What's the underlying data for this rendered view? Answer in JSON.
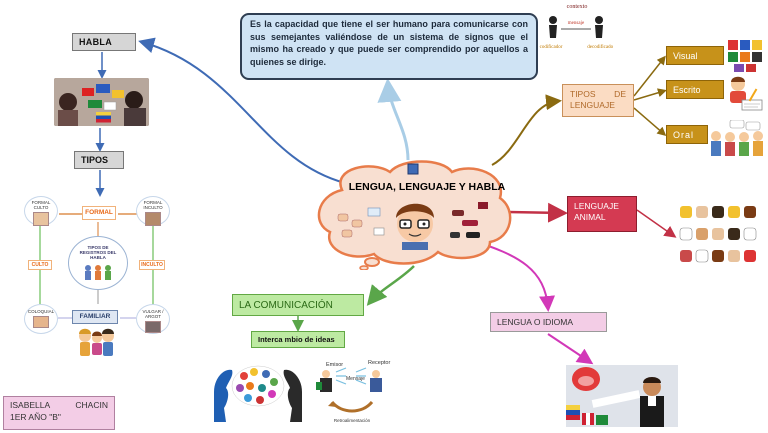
{
  "definition": "Es la capacidad que tiene el ser humano para comunicarse con sus semejantes valiéndose de un sistema de signos que el mismo ha creado y que puede ser comprendido por aquellos a quienes se dirige.",
  "central": "LENGUA, LENGUAJE Y HABLA",
  "habla": "HABLA",
  "tipos": "TIPOS",
  "tipos_lenguaje": "TIPOS DE LENGUAJE",
  "lenguaje_types": [
    "Visual",
    "Escrito",
    "Oral"
  ],
  "lenguaje_animal": "LENGUAJE ANIMAL",
  "comunicacion": "LA COMUNICACIÓN",
  "intercambio": "Interca mbio de ideas",
  "lengua_idioma": "LENGUA O IDIOMA",
  "author": {
    "name_first": "ISABELLA",
    "name_last": "CHACIN",
    "grade": "1ER AÑO \"B\""
  },
  "registros": {
    "center": "TIPOS DE REGISTROS DEL HABLA",
    "formal": "FORMAL",
    "familiar": "FAMILIAR",
    "culto": "CULTO",
    "inculto": "INCULTO",
    "formal_culto": "FORMAL CULTO",
    "formal_inculto": "FORMAL INCULTO",
    "coloquial": "COLOQUIAL",
    "vulgar": "VULGAR / ARGOT"
  },
  "comm_diagram": {
    "emisor": "Emisor",
    "receptor": "Receptor",
    "mensaje": "Mensaje",
    "retro": "Retroalimentación"
  },
  "comm_icon_words": {
    "top": "contexto",
    "mid": "mensaje",
    "left": "codificador",
    "right": "decodificador"
  },
  "colors": {
    "link_blue": "#3f6bb5",
    "link_lightblue": "#a9cde6",
    "link_brown": "#8a6a10",
    "link_red": "#c23146",
    "link_green": "#5aa64a",
    "link_magenta": "#d238b8",
    "cloud_fill": "#f8dfd1",
    "cloud_stroke": "#e87c4a"
  }
}
